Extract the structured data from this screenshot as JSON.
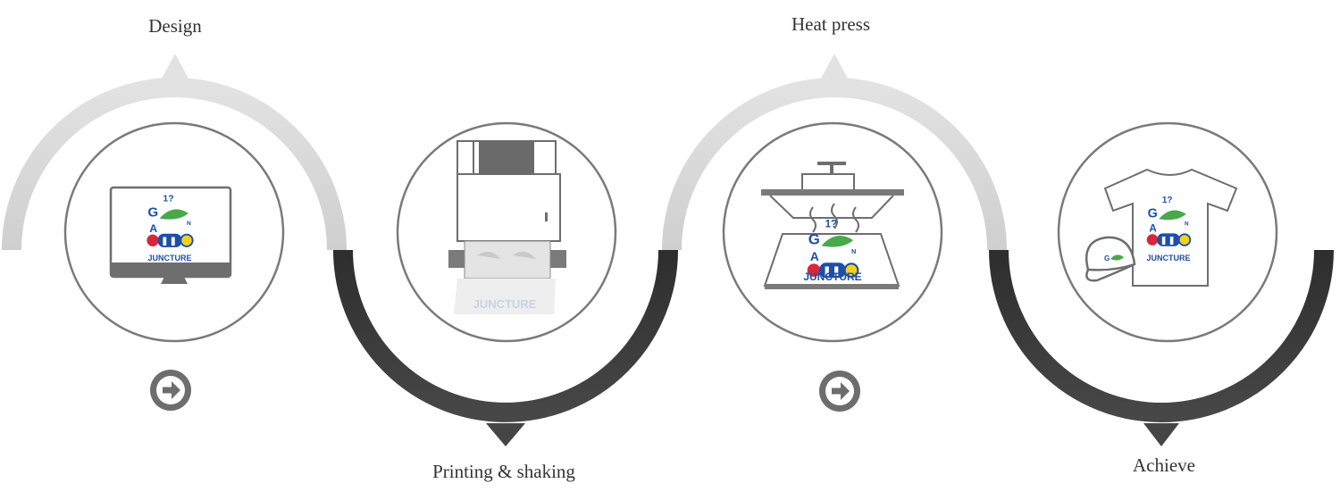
{
  "steps": [
    {
      "label": "Design",
      "icon": "monitor-icon"
    },
    {
      "label": "Printing & shaking",
      "icon": "printer-icon"
    },
    {
      "label": "Heat press",
      "icon": "heat-press-icon"
    },
    {
      "label": "Achieve",
      "icon": "tshirt-cap-icon"
    }
  ],
  "artwork": {
    "text": "JUNCTURE"
  },
  "colors": {
    "light_arc": "#dedede",
    "dark_arc": "#3c3c3c",
    "ring": "#7a7a7a",
    "arrow_button": "#6d6d6d",
    "art_blue": "#1c4fa8",
    "art_green": "#49a84a",
    "art_red": "#d8263c",
    "art_yellow": "#f2d21a"
  }
}
